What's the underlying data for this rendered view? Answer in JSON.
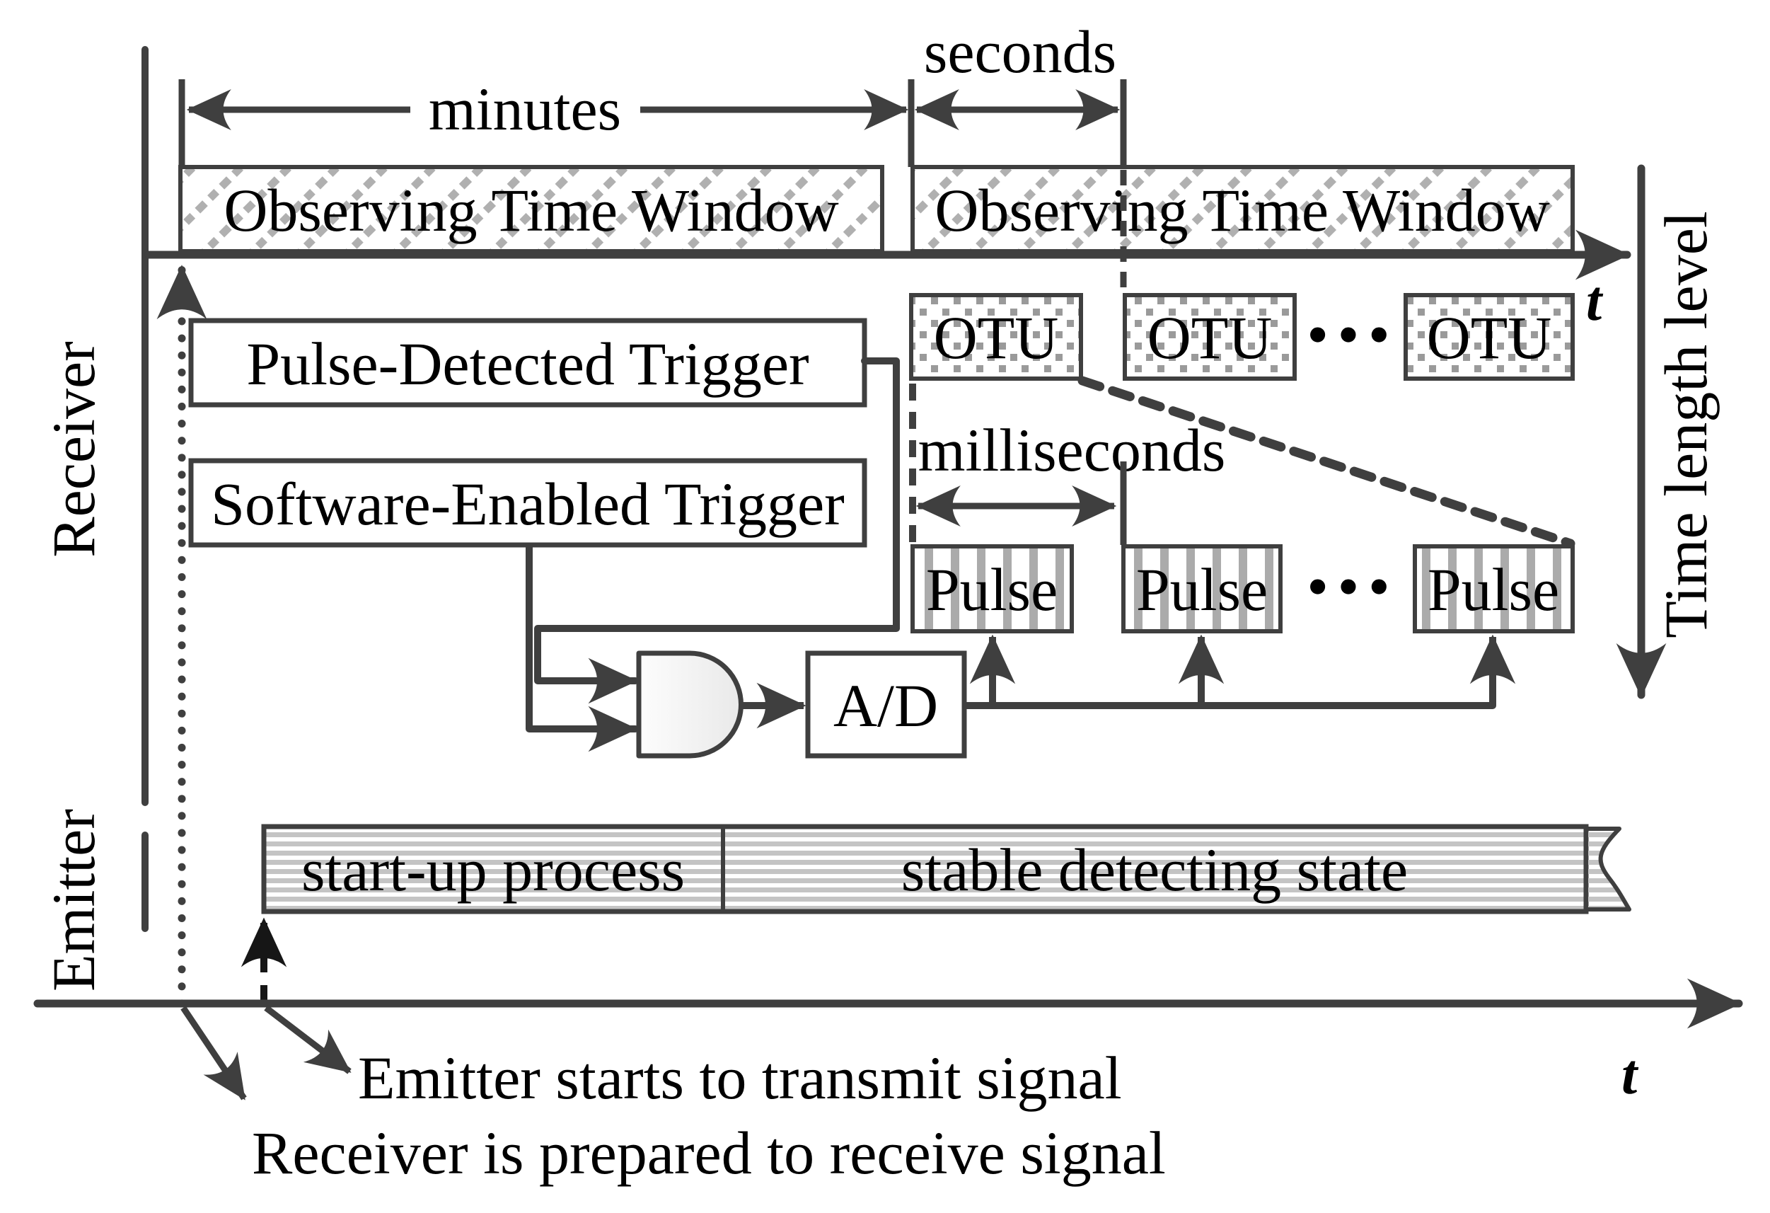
{
  "figure": {
    "time_scales": {
      "minutes": "minutes",
      "seconds": "seconds",
      "milliseconds": "milliseconds"
    },
    "observing_windows": [
      "Observing Time Window",
      "Observing Time Window"
    ],
    "lanes": {
      "receiver": "Receiver",
      "emitter": "Emitter"
    },
    "axes": {
      "top_t": "t",
      "bottom_t": "t",
      "right_axis_label": "Time length level"
    },
    "triggers": {
      "pulse_detected": "Pulse-Detected Trigger",
      "software_enabled": "Software-Enabled Trigger"
    },
    "adc": "A/D",
    "otu": {
      "items": [
        "OTU",
        "OTU",
        "OTU"
      ],
      "ellipsis": "···"
    },
    "pulses": {
      "items": [
        "Pulse",
        "Pulse",
        "Pulse"
      ],
      "ellipsis": "···"
    },
    "emitter_bar": {
      "startup": "start-up process",
      "stable": "stable detecting state"
    },
    "callouts": {
      "emitter": "Emitter starts to transmit signal",
      "receiver": "Receiver is prepared to receive signal"
    },
    "colors": {
      "stroke": "#3f3f3f",
      "text": "#000000",
      "hatch": "#b0b0b0",
      "otu_dots": "#9a9a9a",
      "pulse_stripe": "#ababab",
      "bar_stripe": "#c4c4c4",
      "gate_fill_from": "#fdfdfd",
      "gate_fill_to": "#e9e9e9"
    }
  }
}
